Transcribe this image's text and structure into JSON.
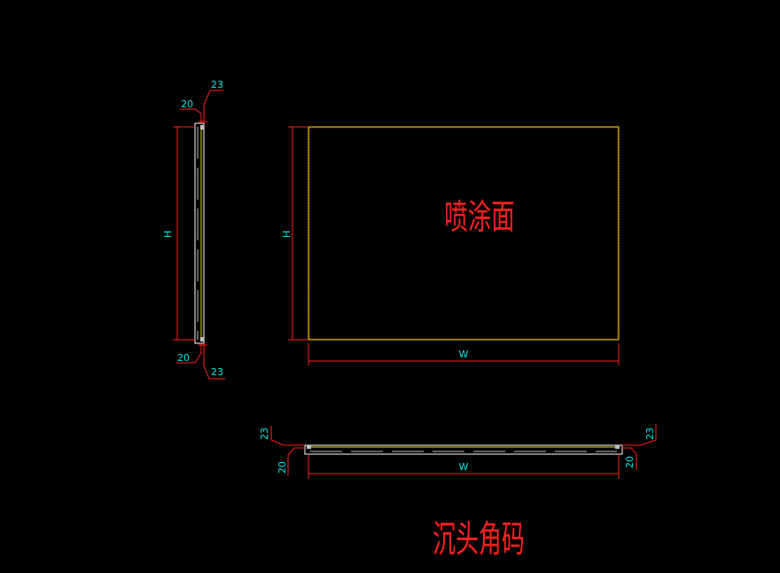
{
  "colors": {
    "background": "#000000",
    "dimension_line": "#ff2020",
    "dimension_text": "#00e5e5",
    "panel_outline": "#e0e000",
    "panel_outline_inner": "#ff4040",
    "section_outline": "#ffffff",
    "dash_line": "#c0c0c0"
  },
  "labels": {
    "side_top_outer": "23",
    "side_top_inner": "20",
    "side_bottom_inner": "20",
    "side_bottom_outer": "23",
    "side_height": "H",
    "front_height": "H",
    "front_width": "W",
    "front_face_label": "喷涂面",
    "bottom_left_outer": "23",
    "bottom_left_inner": "20",
    "bottom_right_outer": "23",
    "bottom_right_inner": "20",
    "bottom_width": "W",
    "caption": "沉头角码"
  }
}
